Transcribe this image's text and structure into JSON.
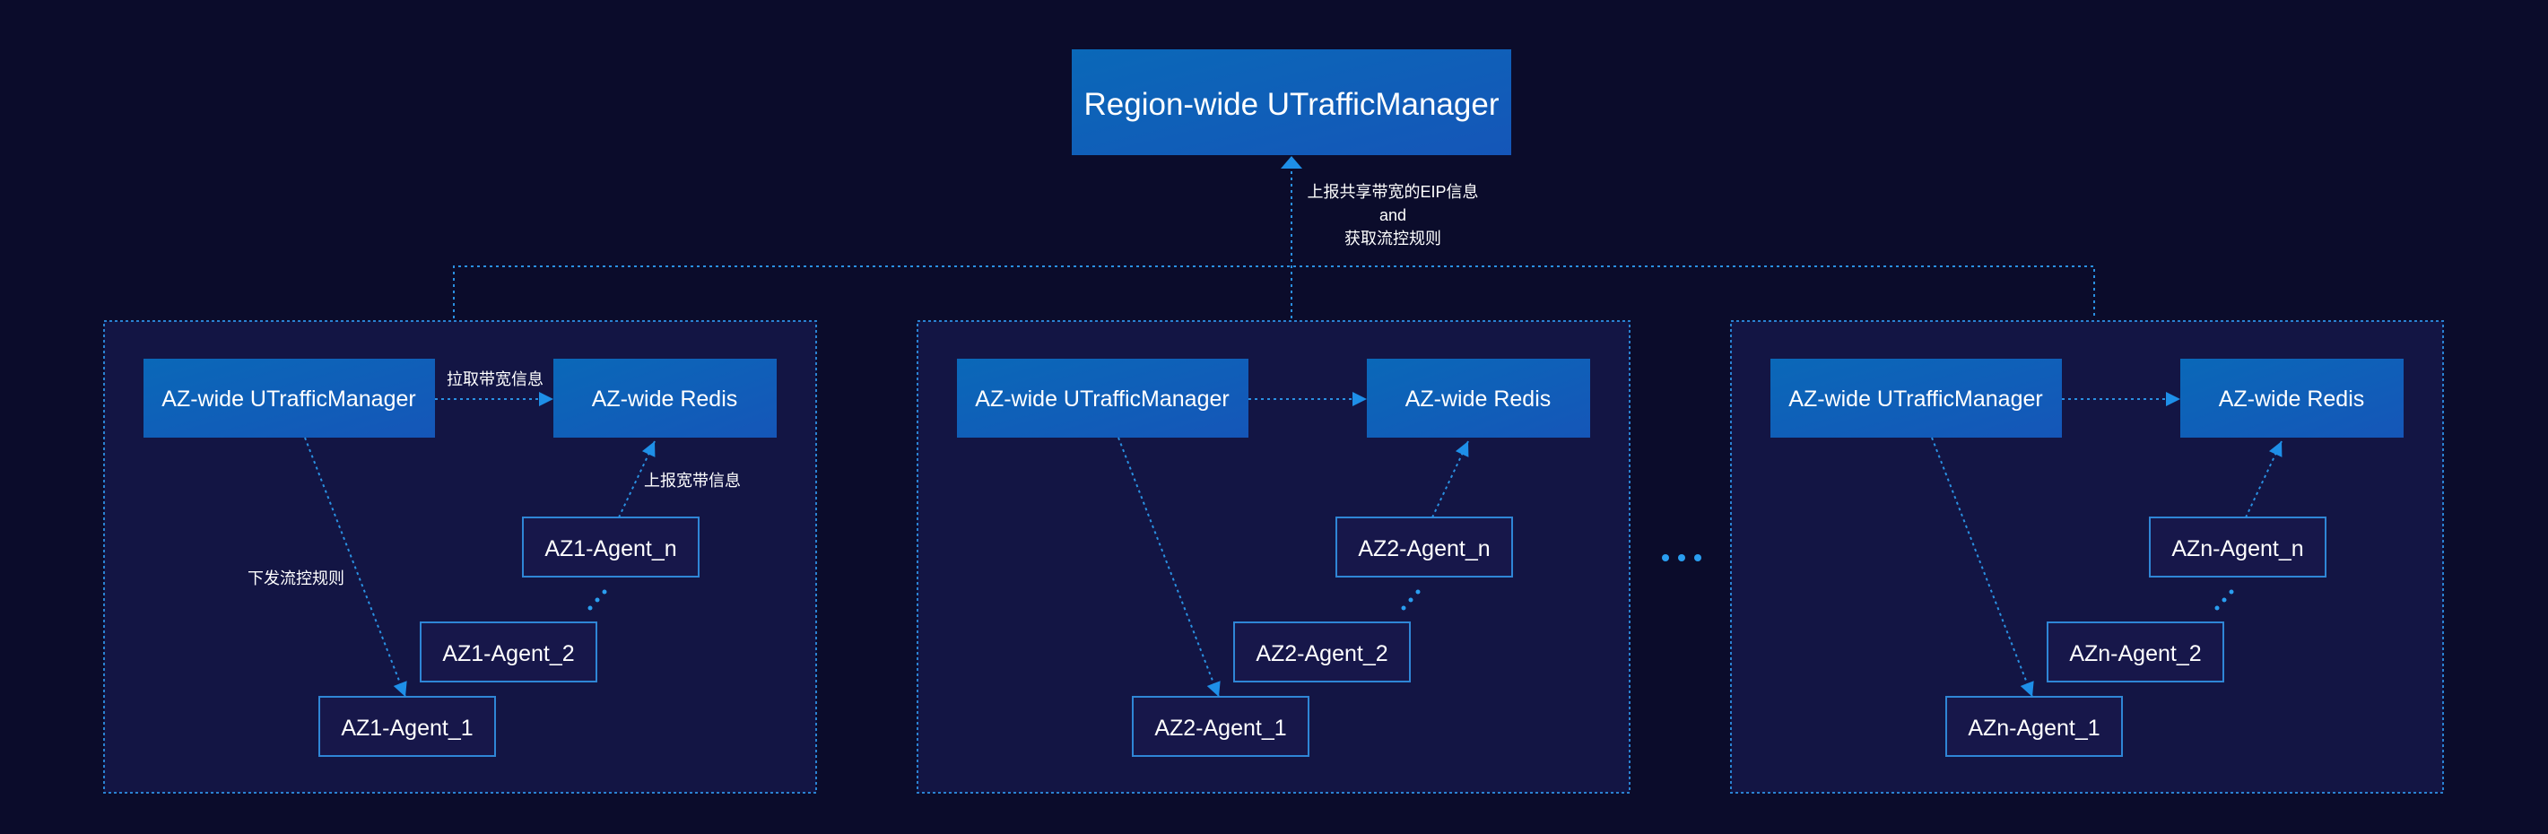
{
  "region": {
    "label": "Region-wide UTrafficManager",
    "report_label_line1": "上报共享带宽的EIP信息",
    "report_label_line2": "and",
    "report_label_line3": "获取流控规则"
  },
  "zones": [
    {
      "manager_label": "AZ-wide UTrafficManager",
      "redis_label": "AZ-wide Redis",
      "agent_n": "AZ1-Agent_n",
      "agent_2": "AZ1-Agent_2",
      "agent_1": "AZ1-Agent_1",
      "pull_label": "拉取带宽信息",
      "report_label": "上报宽带信息",
      "dispatch_label": "下发流控规则"
    },
    {
      "manager_label": "AZ-wide UTrafficManager",
      "redis_label": "AZ-wide Redis",
      "agent_n": "AZ2-Agent_n",
      "agent_2": "AZ2-Agent_2",
      "agent_1": "AZ2-Agent_1",
      "pull_label": "",
      "report_label": "",
      "dispatch_label": ""
    },
    {
      "manager_label": "AZ-wide UTrafficManager",
      "redis_label": "AZ-wide Redis",
      "agent_n": "AZn-Agent_n",
      "agent_2": "AZn-Agent_2",
      "agent_1": "AZn-Agent_1",
      "pull_label": "",
      "report_label": "",
      "dispatch_label": ""
    }
  ],
  "colors": {
    "background": "#0b0c2b",
    "accent": "#2a90e2",
    "node_gradient_start": "#0a5fb0",
    "node_gradient_end": "#1673c9"
  }
}
